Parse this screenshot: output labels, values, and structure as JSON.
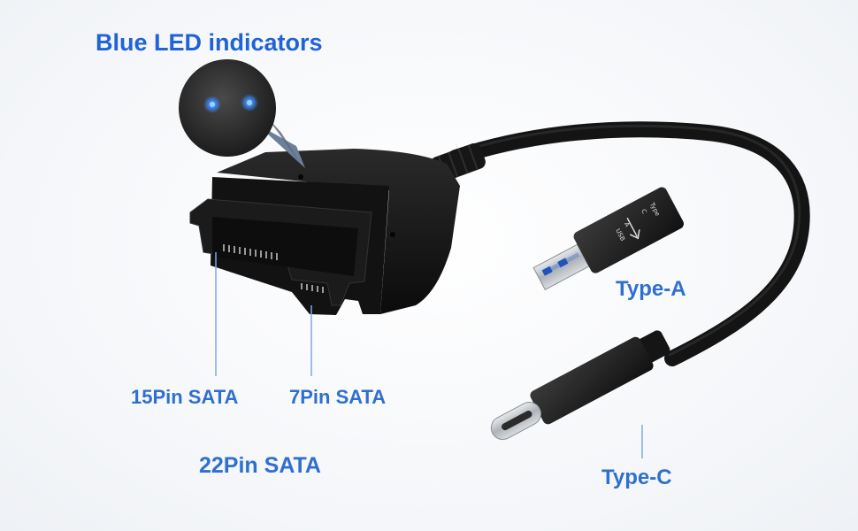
{
  "labels": {
    "title": "Blue LED indicators",
    "pin15": "15Pin SATA",
    "pin7": "7Pin SATA",
    "pin22": "22Pin SATA",
    "type_a": "Type-A",
    "type_c": "Type-C"
  },
  "plug_print": {
    "type": "Type",
    "c": "C",
    "usb": "USB",
    "a": "A"
  },
  "colors": {
    "label_blue": "#2f6fd0",
    "led_blue": "#3a8cff",
    "cable_black": "#141414"
  }
}
